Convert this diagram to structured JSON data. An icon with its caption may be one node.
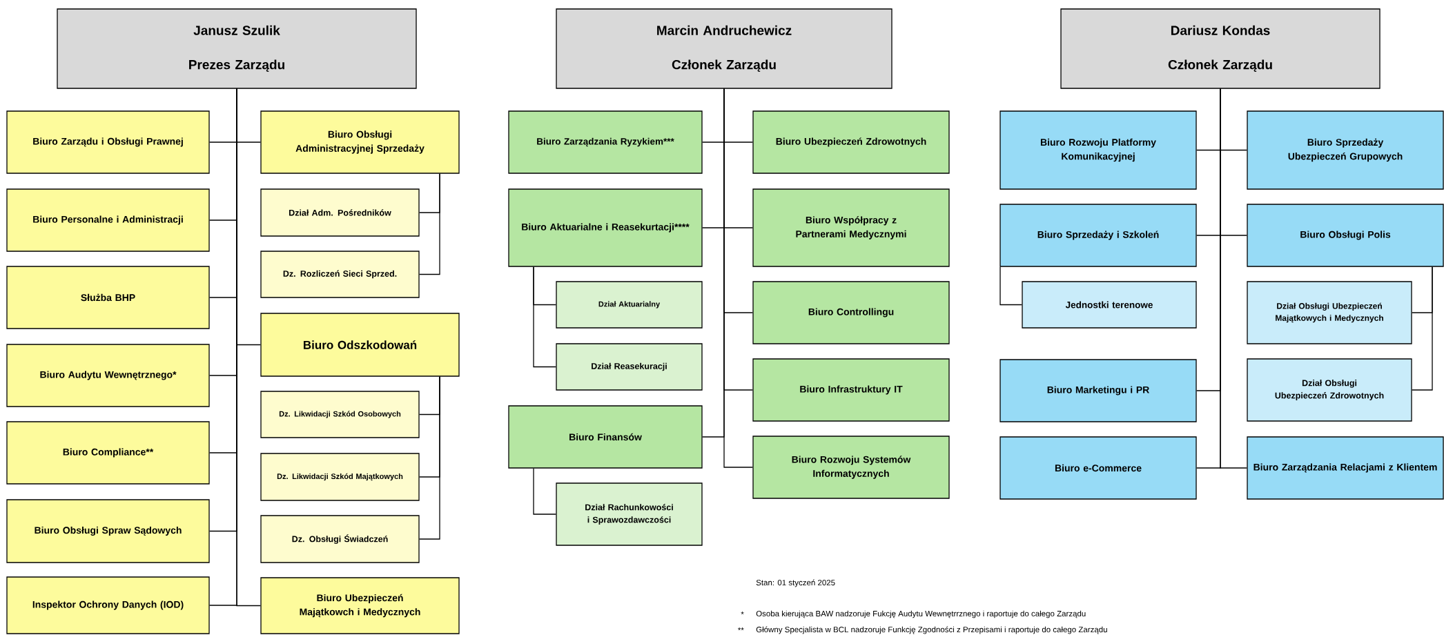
{
  "diagram": {
    "nodes": [
      {
        "text": [
          "Janusz Szulik",
          "Prezes Zarządu"
        ]
      },
      {
        "text": [
          "Biuro Zarządu i Obsługi Prawnej"
        ]
      },
      {
        "text": [
          "Biuro Personalne i Administracji"
        ]
      },
      {
        "text": [
          "Służba BHP"
        ]
      },
      {
        "text": [
          "Biuro Audytu Wewnętrznego*"
        ]
      },
      {
        "text": [
          "Biuro Compliance**"
        ]
      },
      {
        "text": [
          "Biuro Obsługi Spraw Sądowych"
        ]
      },
      {
        "text": [
          "Inspektor Ochrony Danych (IOD)"
        ]
      },
      {
        "text": [
          "Biuro Obsługi Administracyjnej Sprzedaży"
        ]
      },
      {
        "text": [
          "Dział Adm. Pośredników"
        ]
      },
      {
        "text": [
          "Dz. Rozliczeń Sieci Sprzed."
        ]
      },
      {
        "text": [
          "Biuro Odszkodowań"
        ]
      },
      {
        "text": [
          "Dz. Likwidacji Szkód Osobowych"
        ]
      },
      {
        "text": [
          "Dz. Likwidacji Szkód Majątkowych"
        ]
      },
      {
        "text": [
          "Dz. Obsługi Świadczeń"
        ]
      },
      {
        "text": [
          "Biuro Ubezpieczeń Majątkowch i Medycznych"
        ]
      },
      {
        "text": [
          "Marcin Andruchewicz",
          "Członek Zarządu"
        ]
      },
      {
        "text": [
          "Biuro Zarządzania Ryzykiem***"
        ]
      },
      {
        "text": [
          "Biuro Aktuarialne i Reasekurtacji****"
        ]
      },
      {
        "text": [
          "Dział Aktuarialny"
        ]
      },
      {
        "text": [
          "Dział Reasekuracji"
        ]
      },
      {
        "text": [
          "Biuro Finansów"
        ]
      },
      {
        "text": [
          "Dział Rachunkowości i Sprawozdawczości"
        ]
      },
      {
        "text": [
          "Biuro Ubezpieczeń Zdrowotnych"
        ]
      },
      {
        "text": [
          "Biuro Współpracy z Partnerami Medycznymi"
        ]
      },
      {
        "text": [
          "Biuro Controllingu"
        ]
      },
      {
        "text": [
          "Biuro Infrastruktury IT"
        ]
      },
      {
        "text": [
          "Biuro Rozwoju Systemów Informatycznych"
        ]
      },
      {
        "text": [
          "Dariusz Kondas",
          "Członek Zarządu"
        ]
      },
      {
        "text": [
          "Biuro Rozwoju Platformy Komunikacyjnej"
        ]
      },
      {
        "text": [
          "Biuro Sprzedaży i Szkoleń"
        ]
      },
      {
        "text": [
          "Jednostki terenowe"
        ]
      },
      {
        "text": [
          "Biuro Marketingu i PR"
        ]
      },
      {
        "text": [
          "Biuro e-Commerce"
        ]
      },
      {
        "text": [
          "Biuro Sprzedaży Ubezpieczeń Grupowych"
        ]
      },
      {
        "text": [
          "Biuro Obsługi Polis"
        ]
      },
      {
        "text": [
          "Dział Obsługi Ubezpieczeń Majątkowych i Medycznych"
        ]
      },
      {
        "text": [
          "Dział Obsługi Ubezpieczeń Zdrowotnych"
        ]
      },
      {
        "text": [
          "Biuro Zarządzania Relacjami z Klientem"
        ]
      }
    ],
    "edges": [
      {
        "from": 0,
        "to": 1,
        "arrow": "none"
      },
      {
        "from": 0,
        "to": 2,
        "arrow": "none"
      },
      {
        "from": 0,
        "to": 3,
        "arrow": "none"
      },
      {
        "from": 0,
        "to": 4,
        "arrow": "none"
      },
      {
        "from": 0,
        "to": 5,
        "arrow": "none"
      },
      {
        "from": 0,
        "to": 6,
        "arrow": "none"
      },
      {
        "from": 0,
        "to": 7,
        "arrow": "none"
      },
      {
        "from": 0,
        "to": 8,
        "arrow": "none"
      },
      {
        "from": 8,
        "to": 9,
        "arrow": "none"
      },
      {
        "from": 8,
        "to": 10,
        "arrow": "none"
      },
      {
        "from": 0,
        "to": 11,
        "arrow": "none"
      },
      {
        "from": 11,
        "to": 12,
        "arrow": "none"
      },
      {
        "from": 11,
        "to": 13,
        "arrow": "none"
      },
      {
        "from": 11,
        "to": 14,
        "arrow": "none"
      },
      {
        "from": 0,
        "to": 15,
        "arrow": "none"
      },
      {
        "from": 16,
        "to": 17,
        "arrow": "none"
      },
      {
        "from": 16,
        "to": 18,
        "arrow": "none"
      },
      {
        "from": 18,
        "to": 19,
        "arrow": "none"
      },
      {
        "from": 18,
        "to": 20,
        "arrow": "none"
      },
      {
        "from": 16,
        "to": 21,
        "arrow": "none"
      },
      {
        "from": 21,
        "to": 22,
        "arrow": "none"
      },
      {
        "from": 16,
        "to": 23,
        "arrow": "none"
      },
      {
        "from": 16,
        "to": 24,
        "arrow": "none"
      },
      {
        "from": 16,
        "to": 25,
        "arrow": "none"
      },
      {
        "from": 16,
        "to": 26,
        "arrow": "none"
      },
      {
        "from": 16,
        "to": 27,
        "arrow": "none"
      },
      {
        "from": 28,
        "to": 29,
        "arrow": "none"
      },
      {
        "from": 28,
        "to": 30,
        "arrow": "none"
      },
      {
        "from": 30,
        "to": 31,
        "arrow": "none"
      },
      {
        "from": 28,
        "to": 32,
        "arrow": "none"
      },
      {
        "from": 28,
        "to": 33,
        "arrow": "none"
      },
      {
        "from": 28,
        "to": 34,
        "arrow": "none"
      },
      {
        "from": 28,
        "to": 35,
        "arrow": "none"
      },
      {
        "from": 35,
        "to": 36,
        "arrow": "none"
      },
      {
        "from": 35,
        "to": 37,
        "arrow": "none"
      },
      {
        "from": 28,
        "to": 38,
        "arrow": "none"
      }
    ],
    "labels": [
      "Stan: 01 styczeń 2025",
      "*",
      "Osoba kierująca BAW nadzoruje Fukcję Audytu Wewnętrrznego i raportuje do całego Zarządu",
      "**",
      "Główny Specjalista w BCL nadzoruje Funkcję Zgodności z Przepisami i raportuje do całego Zarządu"
    ]
  }
}
